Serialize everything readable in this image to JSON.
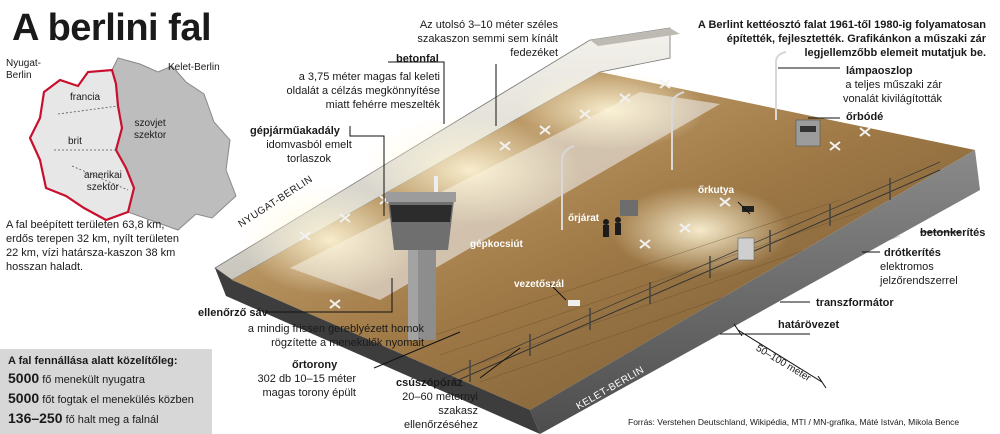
{
  "title": "A berlini fal",
  "map": {
    "west_label": "Nyugat-\nBerlin",
    "east_label": "Kelet-Berlin",
    "french": "francia",
    "british": "brit",
    "soviet": "szovjet\nszektor",
    "american": "amerikai\nszektor"
  },
  "intro_left": "A fal beépített területen 63,8 km, erdős terepen 32 km, nyílt területen 22 km, vízi határsza-kaszon 38 km hosszan haladt.",
  "top_right_text": "A Berlint kettéosztó falat 1961-től 1980-ig folyamatosan építették, fejlesztették. Grafikánkon a műszaki zár legjellemzőbb elemeit mutatjuk be.",
  "labels": {
    "last_meters": "Az utolsó 3–10 méter széles szakaszon semmi sem kínált fedezéket",
    "betonfal_title": "betonfal",
    "betonfal_desc": "a 3,75 méter magas fal keleti oldalát a célzás megkönnyítése miatt fehérre meszelték",
    "gepjarmu_title": "gépjárműakadály",
    "gepjarmu_desc": "idomvasból emelt torlaszok",
    "lampa_title": "lámpaoszlop",
    "lampa_desc": "a teljes műszaki zár vonalát kivilágították",
    "orbode_title": "őrbódé",
    "orkutya": "őrkutya",
    "orjarat": "őrjárat",
    "gepkocsiut": "gépkocsiút",
    "betonkerites": "betonkerítés",
    "drotkerites_title": "drótkerítés",
    "drotkerites_desc": "elektromos jelzőrendszerrel",
    "vezetoszal": "vezetőszál",
    "transzformator": "transzformátor",
    "hatarovezet": "határövezet",
    "width": "50–100 méter",
    "ellenorzo_title": "ellenőrző sáv",
    "ellenorzo_desc": "a mindig frissen gereblyézett homok rögzítette a menekülők nyomait",
    "ortorony_title": "őrtorony",
    "ortorony_desc": "302 db 10–15 méter magas torony épült",
    "csuszo_title": "csúszópóráz",
    "csuszo_desc": "20–60 méternyi szakasz ellenőrzéséhez",
    "nyugat": "NYUGAT-BERLIN",
    "kelet": "KELET-BERLIN"
  },
  "stats": {
    "heading": "A fal fennállása alatt közelítőleg:",
    "rows": [
      {
        "num": "5000",
        "text": "fő menekült nyugatra"
      },
      {
        "num": "5000",
        "text": "főt fogtak el menekülés közben"
      },
      {
        "num": "136–250",
        "text": "fő halt meg a falnál"
      }
    ]
  },
  "source": "Forrás: Verstehen Deutschland, Wikipédia, MTI / MN-grafika, Máté István, Mikola Bence"
}
